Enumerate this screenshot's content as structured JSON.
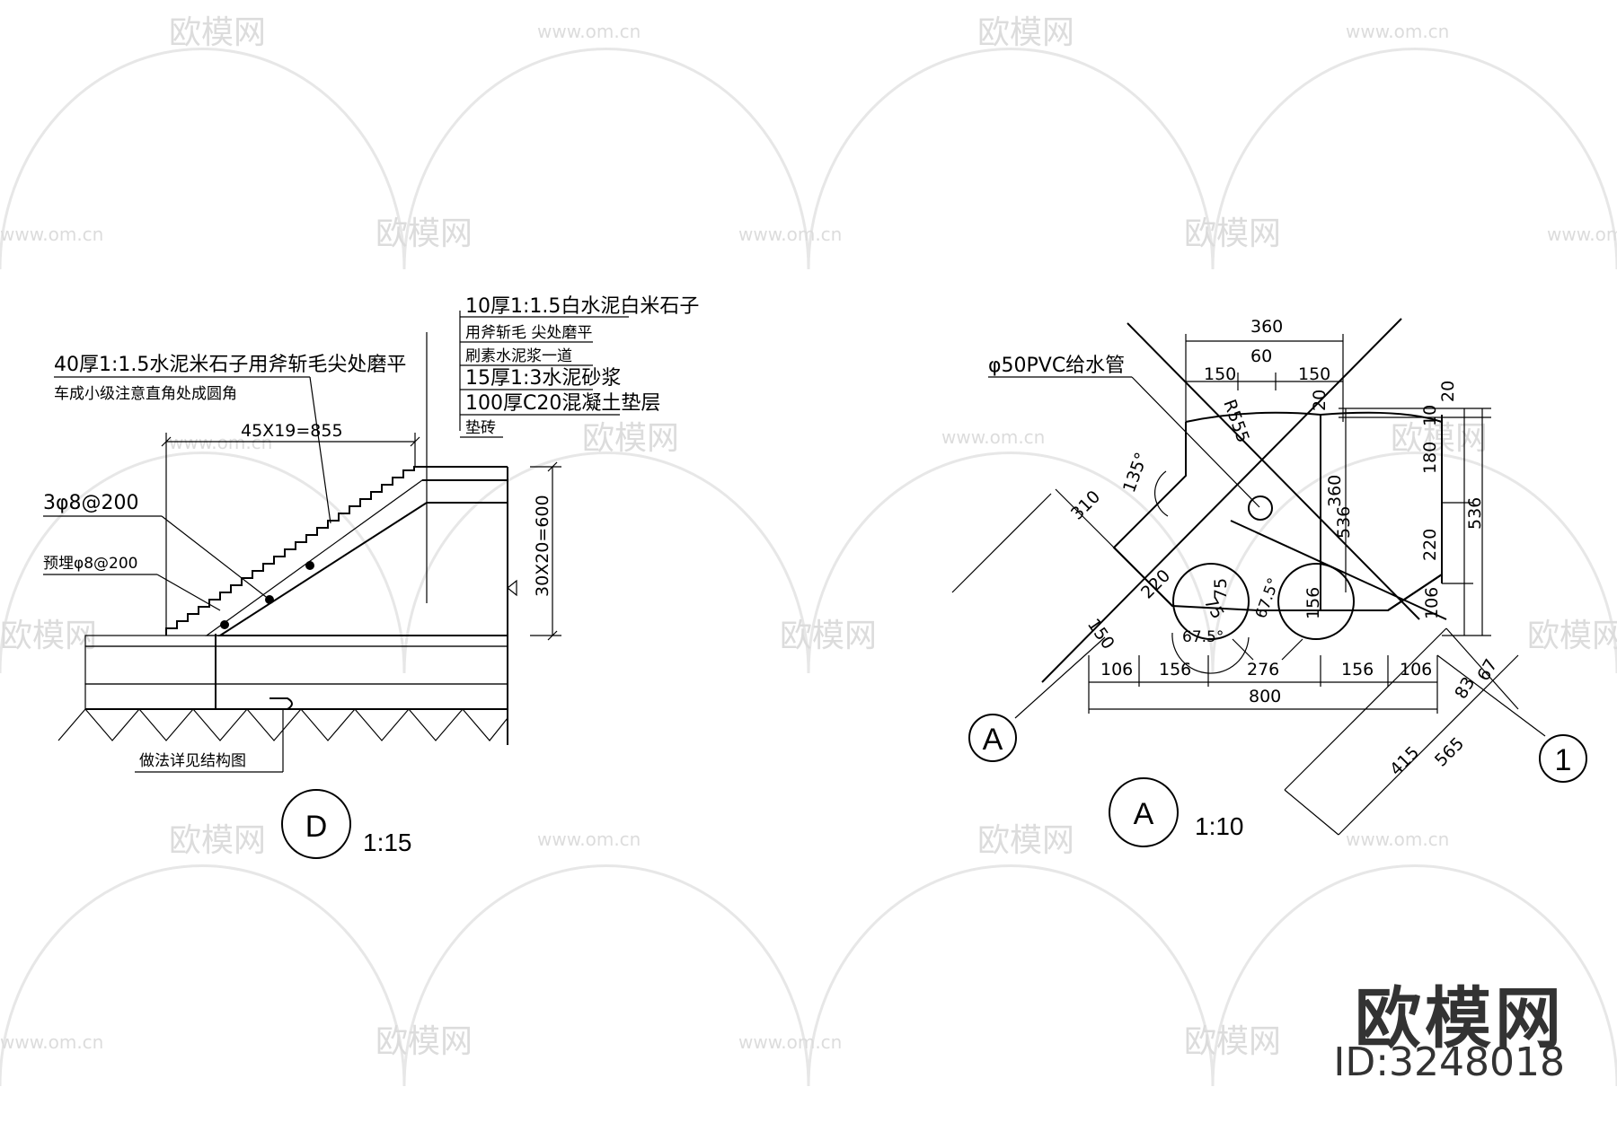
{
  "watermark": {
    "logo": "欧模网",
    "url": "www.om.cn"
  },
  "detail_d": {
    "label": "D",
    "scale": "1:15",
    "notes": [
      "10厚1:1.5白水泥白米石子",
      "用斧斩毛 尖处磨平",
      "刷素水泥浆一道",
      "15厚1:3水泥砂浆",
      "100厚C20混凝土垫层",
      "垫砖"
    ],
    "left_note_1": "40厚1:1.5水泥米石子用斧斩毛尖处磨平",
    "left_note_2": "车成小级注意直角处成圆角",
    "steps_dim": "45X19=855",
    "height_dim": "30X20=600",
    "rebar_1": "3φ8@200",
    "rebar_2": "预埋φ8@200",
    "struct_note": "做法详见结构图"
  },
  "detail_a": {
    "label": "A",
    "scale": "1:10",
    "pipe": "φ50PVC给水管",
    "axis_a": "A",
    "axis_1": "1",
    "dims": {
      "d360top": "360",
      "d60": "60",
      "d150l": "150",
      "d150r": "150",
      "r555": "R555",
      "d20a": "20",
      "d20b": "20",
      "d10": "10",
      "d180": "180",
      "d220v": "220",
      "d360v": "360",
      "d536a": "536",
      "d536b": "536",
      "d106v": "106",
      "d310": "310",
      "d135": "135°",
      "d220d": "220",
      "d150d": "150",
      "d75a": "75",
      "d75b": "75",
      "d675a": "67.5°",
      "d675b": "67.5°",
      "d156c": "156",
      "d276": "276",
      "d106l": "106",
      "d156l": "156",
      "d156r": "156",
      "d106r": "106",
      "d800": "800",
      "d83": "83",
      "d67": "67",
      "d415": "415",
      "d565": "565"
    }
  },
  "brand": {
    "name": "欧模网",
    "id": "ID:3248018"
  }
}
